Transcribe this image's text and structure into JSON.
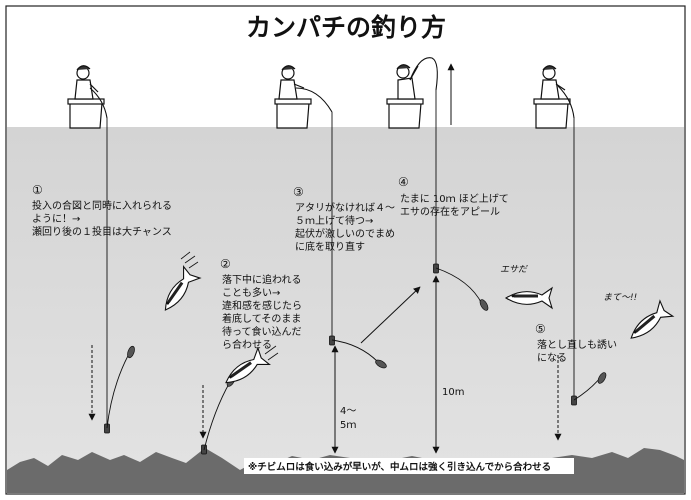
{
  "title": "カンパチの釣り方",
  "steps": [
    {
      "number": "①",
      "lines": [
        "投入の合図と同時に入れられる",
        "ように！→",
        "瀬回り後の１投目は大チャンス"
      ]
    },
    {
      "number": "②",
      "lines": [
        "落下中に追われる",
        "ことも多い→",
        "違和感を感じたら",
        "着底してそのまま",
        "待って食い込んだ",
        "ら合わせる"
      ]
    },
    {
      "number": "③",
      "lines": [
        "アタリがなければ４～",
        "５ｍ上げて待つ→",
        "起伏が激しいのでまめ",
        "に底を取り直す"
      ]
    },
    {
      "number": "④",
      "lines": [
        "たまに 10ｍ ほど上げて",
        "エサの存在をアピール"
      ]
    },
    {
      "number": "⑤",
      "lines": [
        "落とし直しも誘い",
        "になる"
      ]
    }
  ],
  "dimensions": {
    "small": [
      "4～",
      "5ｍ"
    ],
    "large": "10m"
  },
  "bubbles": {
    "esa": "エサだ",
    "mate": "まて〜!!"
  },
  "footnote": "※チビムロは食い込みが早いが、中ムロは強く引き込んでから合わせる"
}
